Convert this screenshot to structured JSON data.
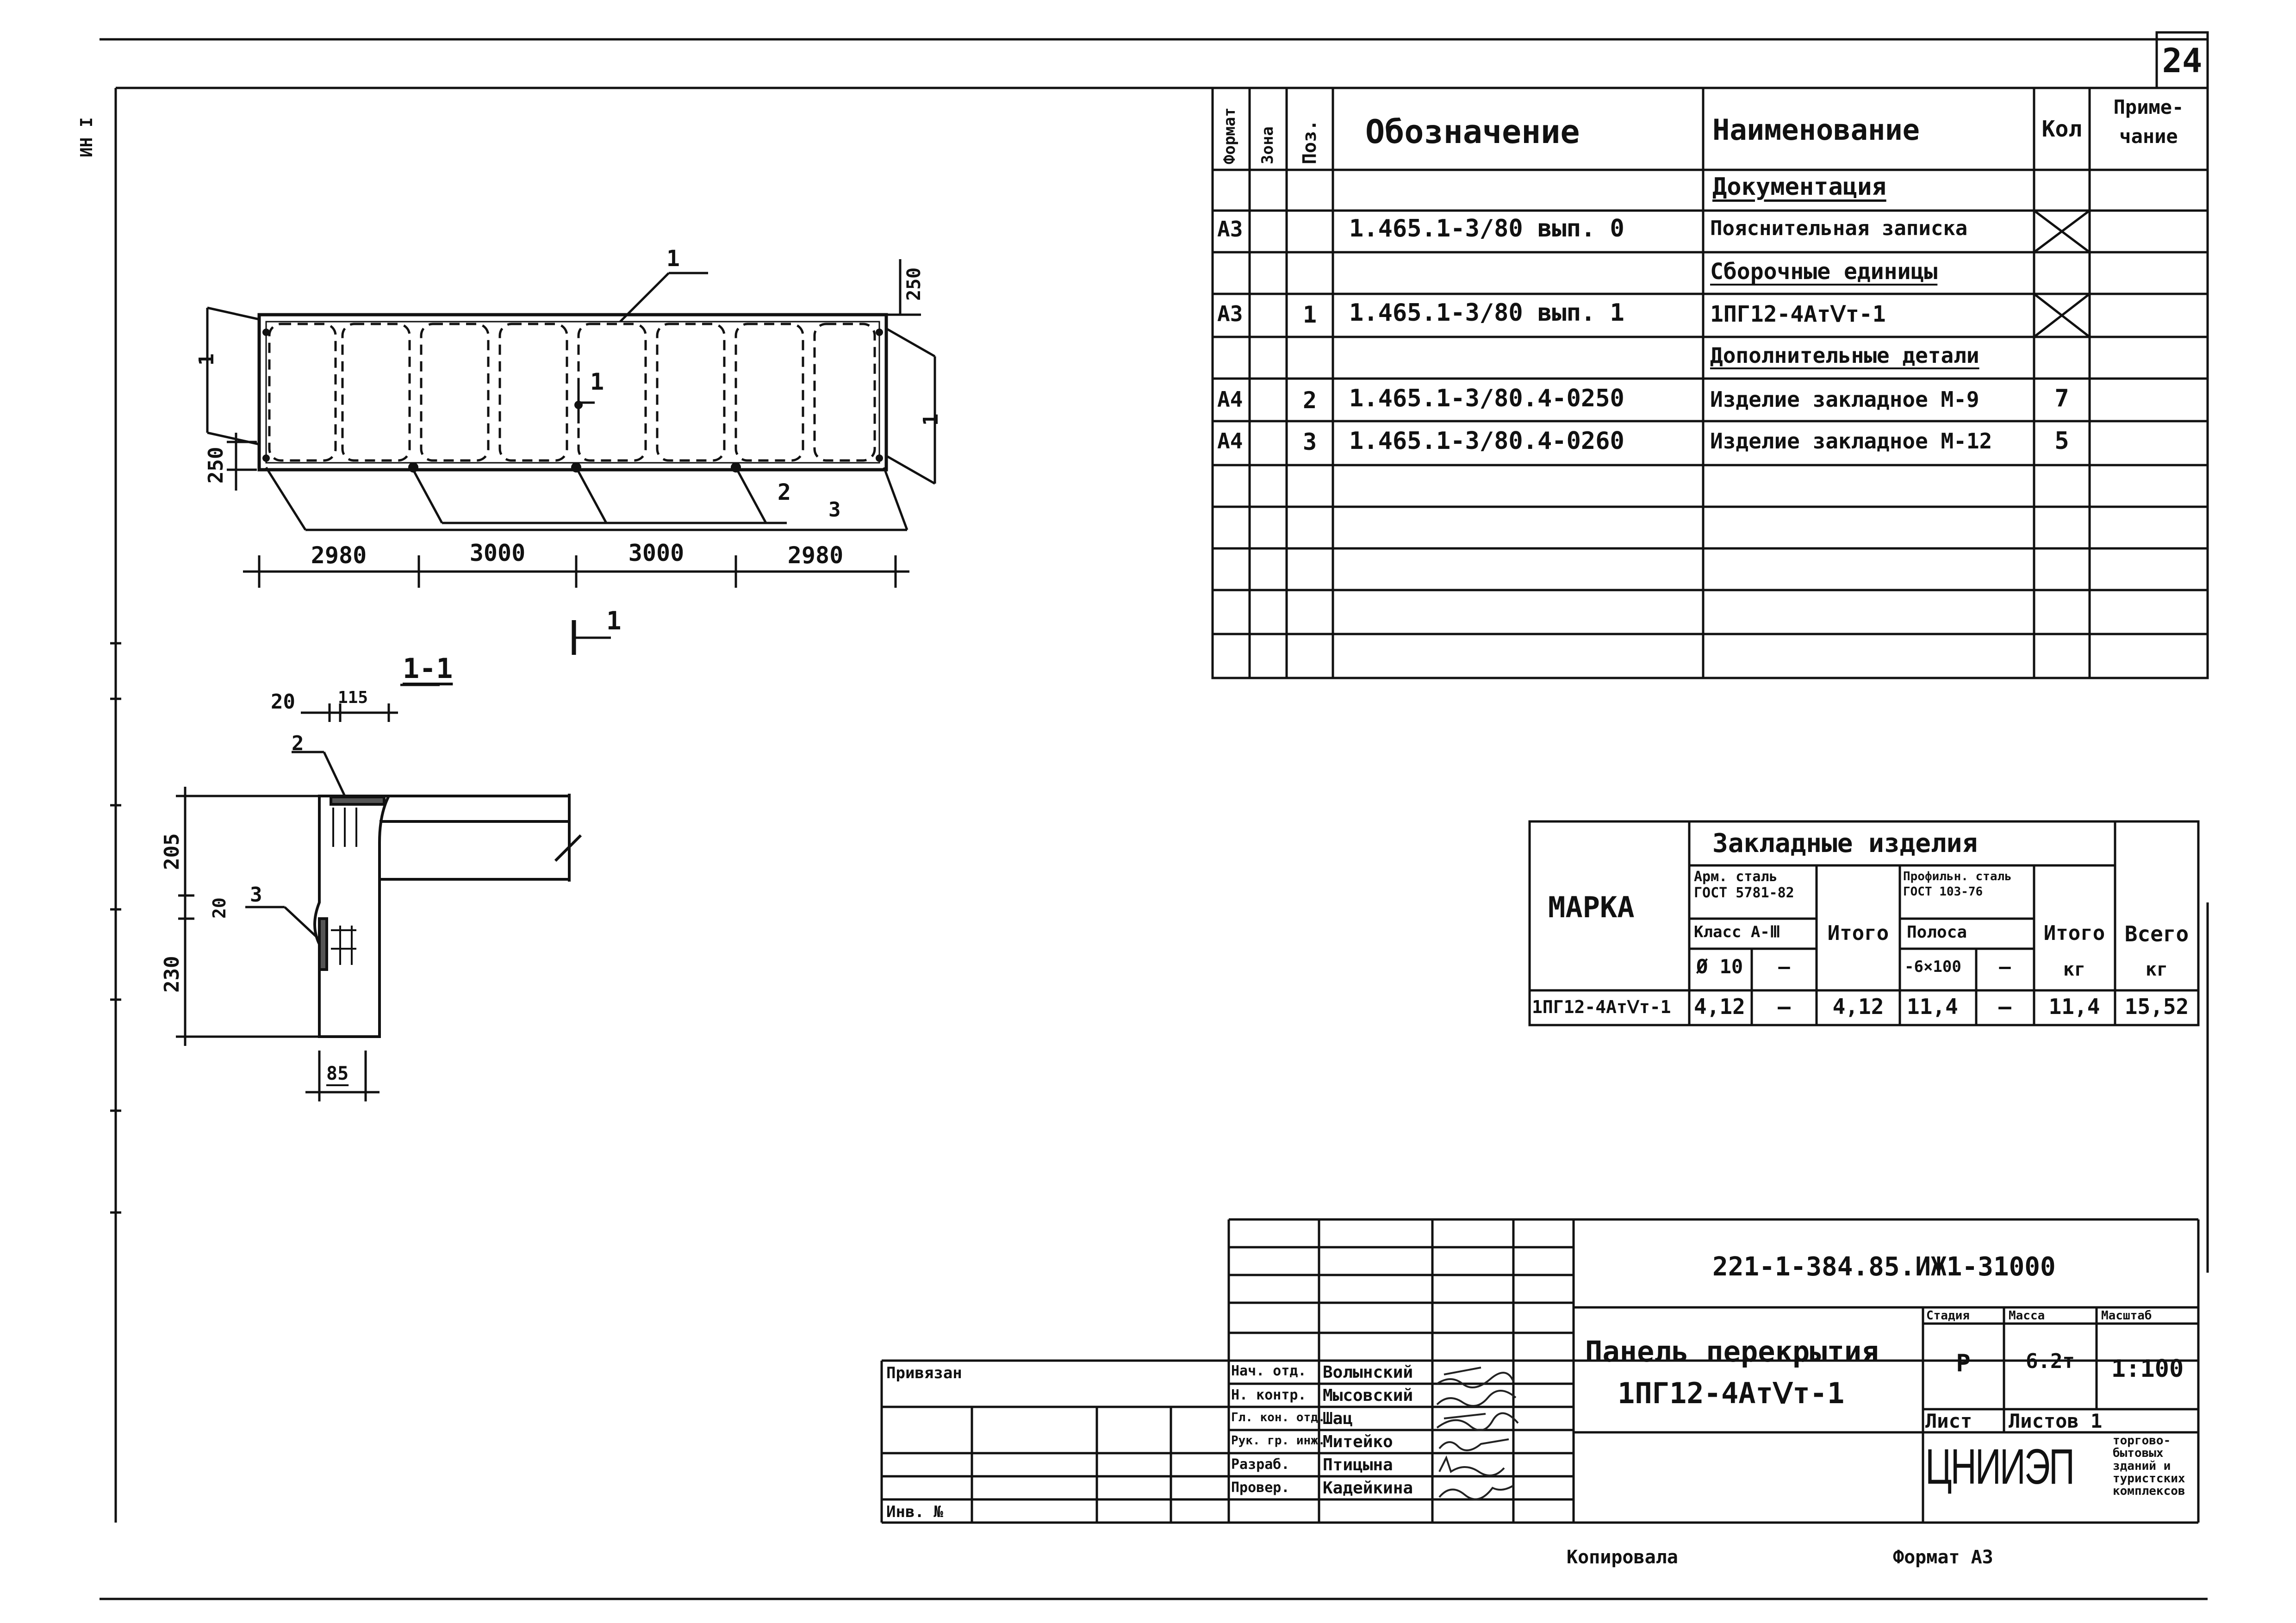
{
  "sheet": {
    "page_number": "24",
    "format_label": "Формат  А3",
    "copied_by": "Копировала",
    "margin_label": "Инв. №"
  },
  "spec_table": {
    "headers": {
      "format": "Формат",
      "zone": "Зона",
      "pos": "Поз.",
      "designation": "Обозначение",
      "name": "Наименование",
      "qty": "Кол",
      "note": "Приме-чание"
    },
    "rows": [
      {
        "format": "",
        "pos": "",
        "designation": "",
        "name": "Документация",
        "qty": "",
        "section": true
      },
      {
        "format": "А3",
        "pos": "",
        "designation": "1.465.1-3/80 вып. 0",
        "name": "Пояснительная записка",
        "qty": "",
        "crossed": true
      },
      {
        "format": "",
        "pos": "",
        "designation": "",
        "name": "Сборочные единицы",
        "qty": "",
        "section": true
      },
      {
        "format": "А3",
        "pos": "1",
        "designation": "1.465.1-3/80 вып. 1",
        "name": "1ПГ12-4АтⅤт-1",
        "qty": "",
        "crossed": true
      },
      {
        "format": "",
        "pos": "",
        "designation": "",
        "name": "Дополнительные детали",
        "qty": "",
        "section": true
      },
      {
        "format": "А4",
        "pos": "2",
        "designation": "1.465.1-3/80.4-0250",
        "name": "Изделие закладное М-9",
        "qty": "7"
      },
      {
        "format": "А4",
        "pos": "3",
        "designation": "1.465.1-3/80.4-0260",
        "name": "Изделие закладное М-12",
        "qty": "5"
      }
    ]
  },
  "embedded_table": {
    "title": "Закладные изделия",
    "mark_header": "МАРКА",
    "arm_steel": "Арм. сталь ГОСТ 5781-82",
    "arm_class": "Класс А-Ⅲ",
    "arm_dia": "Ø 10",
    "dash": "—",
    "itogo": "Итого",
    "prof_steel": "Профильн. сталь ГОСТ 103-76",
    "strip": "Полоса",
    "strip_size": "-6×100",
    "itogo_kg": "Итого",
    "total": "Всего",
    "kg": "кг",
    "row": {
      "mark": "1ПГ12-4АтⅤт-1",
      "arm_value": "4,12",
      "arm_total": "4,12",
      "prof_value": "11,4",
      "prof_total": "11,4",
      "total": "15,52"
    }
  },
  "plan_view": {
    "dims": [
      "2980",
      "3000",
      "3000",
      "2980"
    ],
    "side_dim": "250",
    "top_dim": "250",
    "callouts": [
      "1",
      "2",
      "3"
    ],
    "section_marks": [
      "1",
      "1",
      "1",
      "1"
    ]
  },
  "section_view": {
    "title": "1-1",
    "top_dims": [
      "20",
      "115"
    ],
    "left_dims": [
      "205",
      "20",
      "230"
    ],
    "bottom_dim": "85",
    "callouts": [
      "2",
      "3"
    ]
  },
  "title_block": {
    "code": "221-1-384.85.ИЖ1-31000",
    "title_line1": "Панель перекрытия",
    "title_line2": "1ПГ12-4АтⅤт-1",
    "stage_label": "Стадия",
    "mass_label": "Масса",
    "scale_label": "Масштаб",
    "stage": "Р",
    "mass": "6.2т",
    "scale": "1:100",
    "sheet_label": "Лист",
    "sheets_label": "Листов 1",
    "org": "ЦНИИЭП",
    "org_sub": [
      "торгово-",
      "бытовых",
      "зданий и",
      "туристских",
      "комплексов"
    ],
    "bound_label": "Привязан",
    "roles": [
      {
        "role": "Нач. отд.",
        "name": "Волынский"
      },
      {
        "role": "Н. контр.",
        "name": "Мысовский"
      },
      {
        "role": "Гл. кон. отд.",
        "name": "Шац"
      },
      {
        "role": "Рук. гр. инж.",
        "name": "Митейко"
      },
      {
        "role": "Разраб.",
        "name": "Птицына"
      },
      {
        "role": "Провер.",
        "name": "Кадейкина"
      }
    ]
  }
}
